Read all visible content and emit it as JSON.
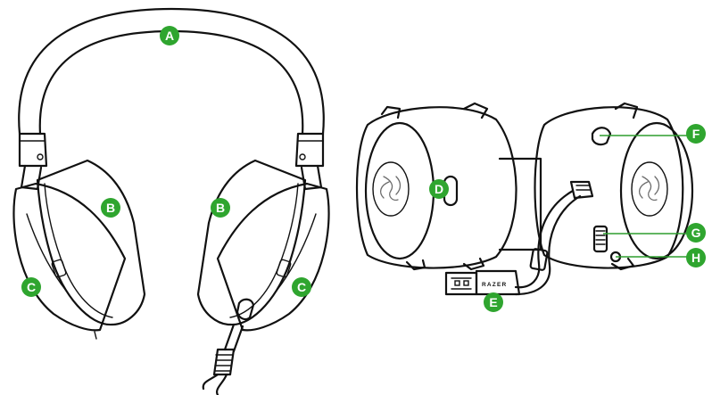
{
  "colors": {
    "callout": "#2fa52f",
    "line": "#111111",
    "background": "#ffffff"
  },
  "callouts": [
    {
      "id": "a",
      "label": "A"
    },
    {
      "id": "b-left",
      "label": "B"
    },
    {
      "id": "b-right",
      "label": "B"
    },
    {
      "id": "c-left",
      "label": "C"
    },
    {
      "id": "c-right",
      "label": "C"
    },
    {
      "id": "d",
      "label": "D"
    },
    {
      "id": "e",
      "label": "E"
    },
    {
      "id": "f",
      "label": "F"
    },
    {
      "id": "g",
      "label": "G"
    },
    {
      "id": "h",
      "label": "H"
    }
  ],
  "usb_brand": "RAZER",
  "icons": {
    "headset_front": "headset-front-view",
    "headset_side": "headset-side-view",
    "usb": "usb-connector",
    "logo": "razer-triple-snake-logo"
  }
}
